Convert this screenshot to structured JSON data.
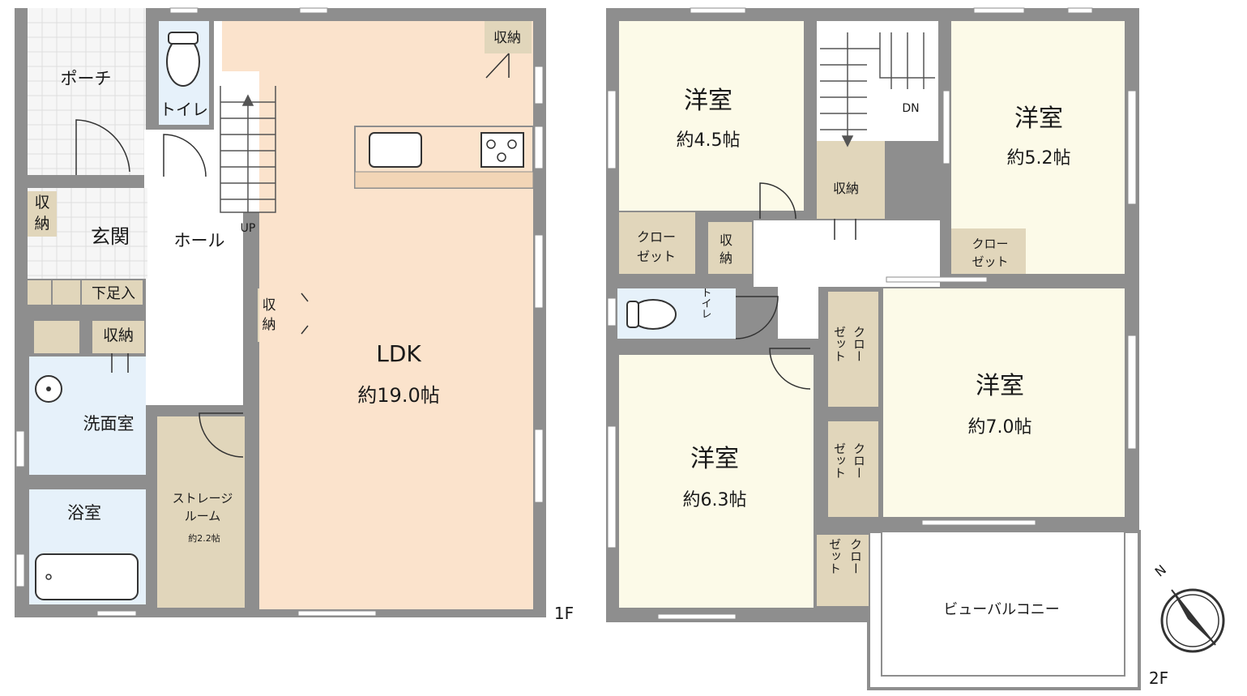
{
  "colors": {
    "wall": "#8e8e8e",
    "ldk": "#fbe3cc",
    "room": "#fcfae8",
    "wet": "#e6f1fa",
    "storage": "#e1d6bb",
    "tile": "#f6f6f6",
    "window": "#ffffff",
    "ink": "#1a1a1a"
  },
  "floor1": {
    "label": "1F",
    "porch": "ポーチ",
    "toilet": "トイレ",
    "entrance": "玄関",
    "hall": "ホール",
    "storage_entrance": "収\n納",
    "shoe_box": "下足入",
    "storage_wash": "収納",
    "washroom": "洗面室",
    "bathroom": "浴室",
    "storage_room": "ストレージ\nルーム",
    "storage_room_size": "約2.2帖",
    "stairs_up": "UP",
    "storage_hall": "収\n納",
    "ldk": "LDK",
    "ldk_size": "約19.0帖",
    "storage_ldk": "収納"
  },
  "floor2": {
    "label": "2F",
    "room_a": "洋室",
    "room_a_size": "約4.5帖",
    "closet_a": "クロー\nゼット",
    "storage_a": "収\n納",
    "stairs_down": "DN",
    "storage_stair": "収納",
    "room_b": "洋室",
    "room_b_size": "約5.2帖",
    "closet_b": "クロー\nゼット",
    "toilet": "トイレ",
    "room_c": "洋室",
    "room_c_size": "約6.3帖",
    "closet_c": "クロー\nゼット",
    "closet_d": "クロー\nゼット",
    "closet_e": "クロー\nゼット",
    "room_d": "洋室",
    "room_d_size": "約7.0帖",
    "balcony": "ビューバルコニー"
  },
  "compass": {
    "north_label": "N"
  }
}
